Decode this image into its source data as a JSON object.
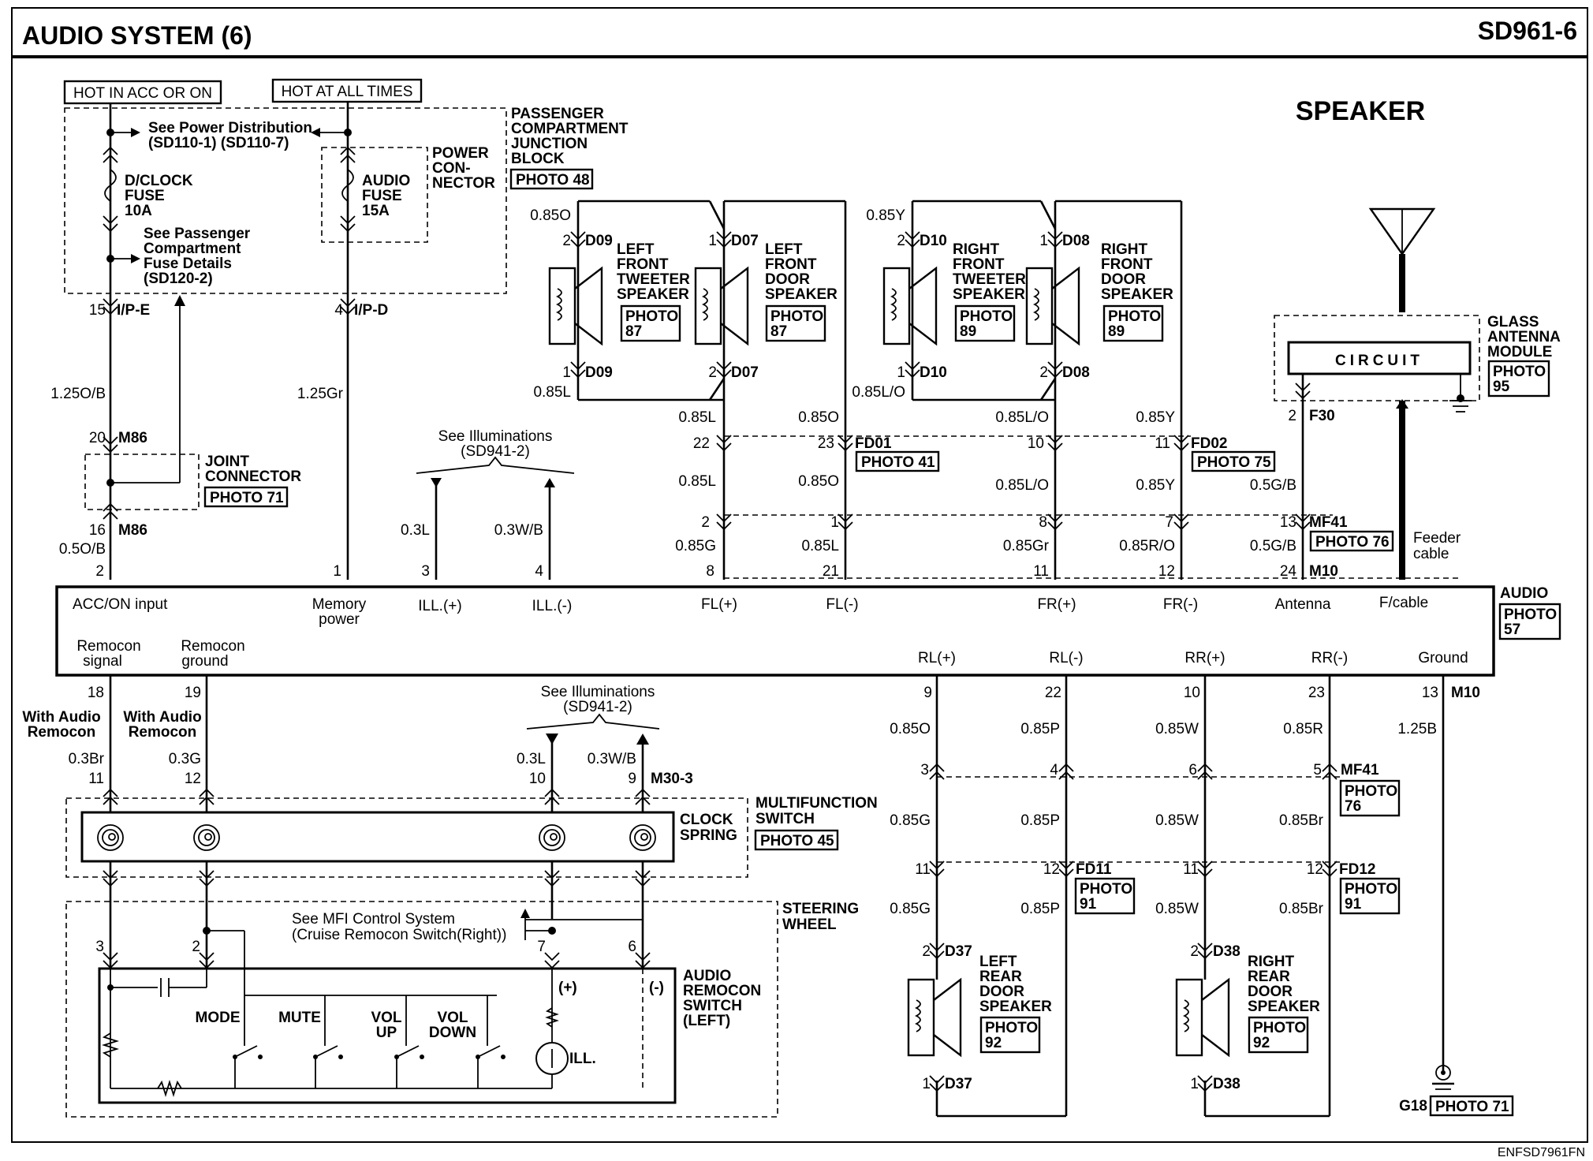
{
  "header": {
    "title": "AUDIO SYSTEM (6)",
    "code": "SD961-6",
    "section": "SPEAKER"
  },
  "footer": {
    "id": "ENFSD7961FN"
  },
  "power": {
    "hot_acc": "HOT IN ACC OR ON",
    "hot_all": "HOT AT ALL TIMES",
    "see_pd1": "See Power Distribution",
    "see_pd2": "(SD110-1) (SD110-7)",
    "dclock_fuse": [
      "D/CLOCK",
      "FUSE",
      "10A"
    ],
    "audio_fuse": [
      "AUDIO",
      "FUSE",
      "15A"
    ],
    "power_connector": [
      "POWER",
      "CON-",
      "NECTOR"
    ],
    "see_pc": [
      "See Passenger",
      "Compartment",
      "Fuse Details",
      "(SD120-2)"
    ],
    "jb": [
      "PASSENGER",
      "COMPARTMENT",
      "JUNCTION",
      "BLOCK"
    ],
    "jb_photo": "PHOTO 48",
    "pin15": "15",
    "ipe": "I/P-E",
    "pin4": "4",
    "ipd": "I/P-D",
    "wire_125ob": "1.25O/B",
    "wire_125gr": "1.25Gr"
  },
  "joint": {
    "pin20": "20",
    "m86a": "M86",
    "pin16": "16",
    "m86b": "M86",
    "label": [
      "JOINT",
      "CONNECTOR"
    ],
    "photo": "PHOTO 71",
    "wire_05ob": "0.5O/B"
  },
  "illum_top": {
    "see": [
      "See Illuminations",
      "(SD941-2)"
    ],
    "wire_l": "0.3L",
    "wire_wb": "0.3W/B"
  },
  "front_speakers": {
    "lft": {
      "name": [
        "LEFT",
        "FRONT",
        "TWEETER",
        "SPEAKER"
      ],
      "photo": "PHOTO",
      "photo_n": "87",
      "conn": "D09",
      "conn2": "D09",
      "p_top": "2",
      "p_bot": "1",
      "w_top": "0.85O",
      "w_bot": "0.85L"
    },
    "lfd": {
      "name": [
        "LEFT",
        "FRONT",
        "DOOR",
        "SPEAKER"
      ],
      "photo": "PHOTO",
      "photo_n": "87",
      "conn": "D07",
      "conn2": "D07",
      "p_top": "1",
      "p_bot": "2"
    },
    "rft": {
      "name": [
        "RIGHT",
        "FRONT",
        "TWEETER",
        "SPEAKER"
      ],
      "photo": "PHOTO",
      "photo_n": "89",
      "conn": "D10",
      "conn2": "D10",
      "p_top": "2",
      "p_bot": "1",
      "w_top": "0.85Y",
      "w_bot": "0.85L/O"
    },
    "rfd": {
      "name": [
        "RIGHT",
        "FRONT",
        "DOOR",
        "SPEAKER"
      ],
      "photo": "PHOTO",
      "photo_n": "89",
      "conn": "D08",
      "conn2": "D08",
      "p_top": "1",
      "p_bot": "2"
    }
  },
  "front_wiring": {
    "fd01": "FD01",
    "fd01_photo": "PHOTO 41",
    "fd02": "FD02",
    "fd02_photo": "PHOTO 75",
    "w1": [
      "0.85L",
      "0.85O",
      "0.85L/O",
      "0.85Y"
    ],
    "p1": [
      "22",
      "23",
      "10",
      "11"
    ],
    "w2": [
      "0.85L",
      "0.85O",
      "0.85L/O",
      "0.85Y"
    ],
    "p2": [
      "2",
      "1",
      "8",
      "7"
    ],
    "w3": [
      "0.85G",
      "0.85L",
      "0.85Gr",
      "0.85R/O"
    ],
    "p3": [
      "8",
      "21",
      "11",
      "12"
    ]
  },
  "antenna": {
    "module": [
      "GLASS",
      "ANTENNA",
      "MODULE"
    ],
    "photo": "PHOTO",
    "photo_n": "95",
    "circuit": "CIRCUIT",
    "pin2": "2",
    "f30": "F30",
    "wire": "0.5G/B",
    "wire2": "0.5G/B",
    "pin13": "13",
    "mf41": "MF41",
    "mf41_photo": "PHOTO 76",
    "pin24": "24",
    "m10": "M10",
    "feeder": [
      "Feeder",
      "cable"
    ]
  },
  "audio_unit": {
    "name": "AUDIO",
    "photo": "PHOTO",
    "photo_n": "57",
    "top_pins": [
      "2",
      "1",
      "3",
      "4"
    ],
    "top_labels": [
      "ACC/ON input",
      "Memory",
      "power",
      "ILL.(+)",
      "ILL.(-)",
      "FL(+)",
      "FL(-)",
      "FR(+)",
      "FR(-)",
      "Antenna",
      "F/cable"
    ],
    "bot_labels": [
      "Remocon",
      "signal",
      "Remocon",
      "ground",
      "RL(+)",
      "RL(-)",
      "RR(+)",
      "RR(-)",
      "Ground"
    ]
  },
  "remocon_wiring": {
    "p18": "18",
    "p19": "19",
    "with_audio_1": [
      "With Audio",
      "Remocon"
    ],
    "with_audio_2": [
      "With Audio",
      "Remocon"
    ],
    "w_br": "0.3Br",
    "w_g": "0.3G",
    "p11": "11",
    "p12": "12",
    "see_illum": [
      "See Illuminations",
      "(SD941-2)"
    ],
    "w_l": "0.3L",
    "w_wb": "0.3W/B",
    "p10": "10",
    "p9": "9",
    "m303": "M30-3"
  },
  "multifunction": {
    "label": [
      "MULTIFUNCTION",
      "SWITCH"
    ],
    "photo": "PHOTO 45",
    "clock": [
      "CLOCK",
      "SPRING"
    ]
  },
  "steering": {
    "label": [
      "STEERING",
      "WHEEL"
    ],
    "see_mfi": [
      "See MFI Control System",
      "(Cruise Remocon Switch(Right))"
    ],
    "p3": "3",
    "p2": "2",
    "p7": "7",
    "p6": "6",
    "sw": [
      "AUDIO",
      "REMOCON",
      "SWITCH",
      "(LEFT)"
    ],
    "mode": "MODE",
    "mute": "MUTE",
    "volup": [
      "VOL",
      "UP"
    ],
    "voldown": [
      "VOL",
      "DOWN"
    ],
    "plus": "(+)",
    "minus": "(-)",
    "ill": "ILL."
  },
  "rear_wiring": {
    "p_top": [
      "9",
      "22",
      "10",
      "23",
      "13"
    ],
    "m10": "M10",
    "w1": [
      "0.85O",
      "0.85P",
      "0.85W",
      "0.85R",
      "1.25B"
    ],
    "p_mf": [
      "3",
      "4",
      "6",
      "5"
    ],
    "mf41": "MF41",
    "mf41_photo": "PHOTO",
    "mf41_photo_n": "76",
    "w2": [
      "0.85G",
      "0.85P",
      "0.85W",
      "0.85Br"
    ],
    "p_fd": [
      "11",
      "12",
      "11",
      "12"
    ],
    "fd11": "FD11",
    "fd11_photo": "PHOTO",
    "fd11_n": "91",
    "fd12": "FD12",
    "fd12_photo": "PHOTO",
    "fd12_n": "91",
    "w3": [
      "0.85G",
      "0.85P",
      "0.85W",
      "0.85Br"
    ]
  },
  "rear_speakers": {
    "lr": {
      "name": [
        "LEFT",
        "REAR",
        "DOOR",
        "SPEAKER"
      ],
      "photo": "PHOTO",
      "photo_n": "92",
      "conn": "D37",
      "conn2": "D37",
      "p_top": "2",
      "p_bot": "1"
    },
    "rr": {
      "name": [
        "RIGHT",
        "REAR",
        "DOOR",
        "SPEAKER"
      ],
      "photo": "PHOTO",
      "photo_n": "92",
      "conn": "D38",
      "conn2": "D38",
      "p_top": "2",
      "p_bot": "1"
    }
  },
  "ground": {
    "id": "G18",
    "photo": "PHOTO 71"
  }
}
